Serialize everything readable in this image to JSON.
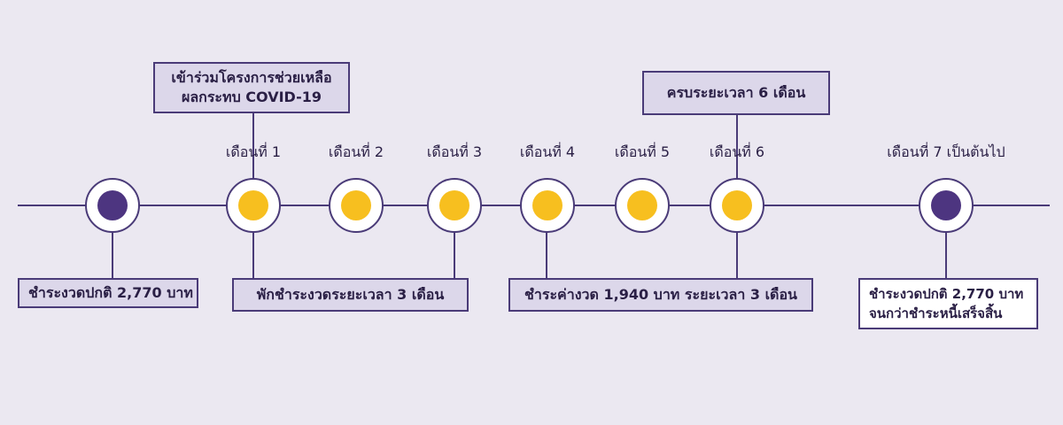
{
  "colors": {
    "background": "#ebe8f1",
    "line": "#4a3b78",
    "box_fill": "#dcd7ea",
    "box_fill_final": "#ffffff",
    "dot_regular": "#4d3580",
    "dot_deferred": "#f7bf1f"
  },
  "nodes": [
    {
      "kind": "regular",
      "month_label": ""
    },
    {
      "kind": "deferred",
      "month_label": "เดือนที่ 1"
    },
    {
      "kind": "deferred",
      "month_label": "เดือนที่ 2"
    },
    {
      "kind": "deferred",
      "month_label": "เดือนที่ 3"
    },
    {
      "kind": "deferred",
      "month_label": "เดือนที่ 4"
    },
    {
      "kind": "deferred",
      "month_label": "เดือนที่ 5"
    },
    {
      "kind": "deferred",
      "month_label": "เดือนที่ 6"
    },
    {
      "kind": "regular",
      "month_label": "เดือนที่ 7 เป็นต้นไป"
    }
  ],
  "top_boxes": {
    "join_program": {
      "line1": "เข้าร่วมโครงการช่วยเหลือ",
      "line2": "ผลกระทบ COVID-19"
    },
    "complete_6_months": "ครบระยะเวลา 6 เดือน"
  },
  "bottom_boxes": {
    "regular_payment": "ชำระงวดปกติ 2,770 บาท",
    "pause_payment": "พักชำระงวดระยะเวลา 3 เดือน",
    "reduced_payment": "ชำระค่างวด 1,940 บาท ระยะเวลา 3 เดือน",
    "final_payment": {
      "line1": "ชำระงวดปกติ 2,770 บาท",
      "line2": "จนกว่าชำระหนี้เสร็จสิ้น"
    }
  }
}
